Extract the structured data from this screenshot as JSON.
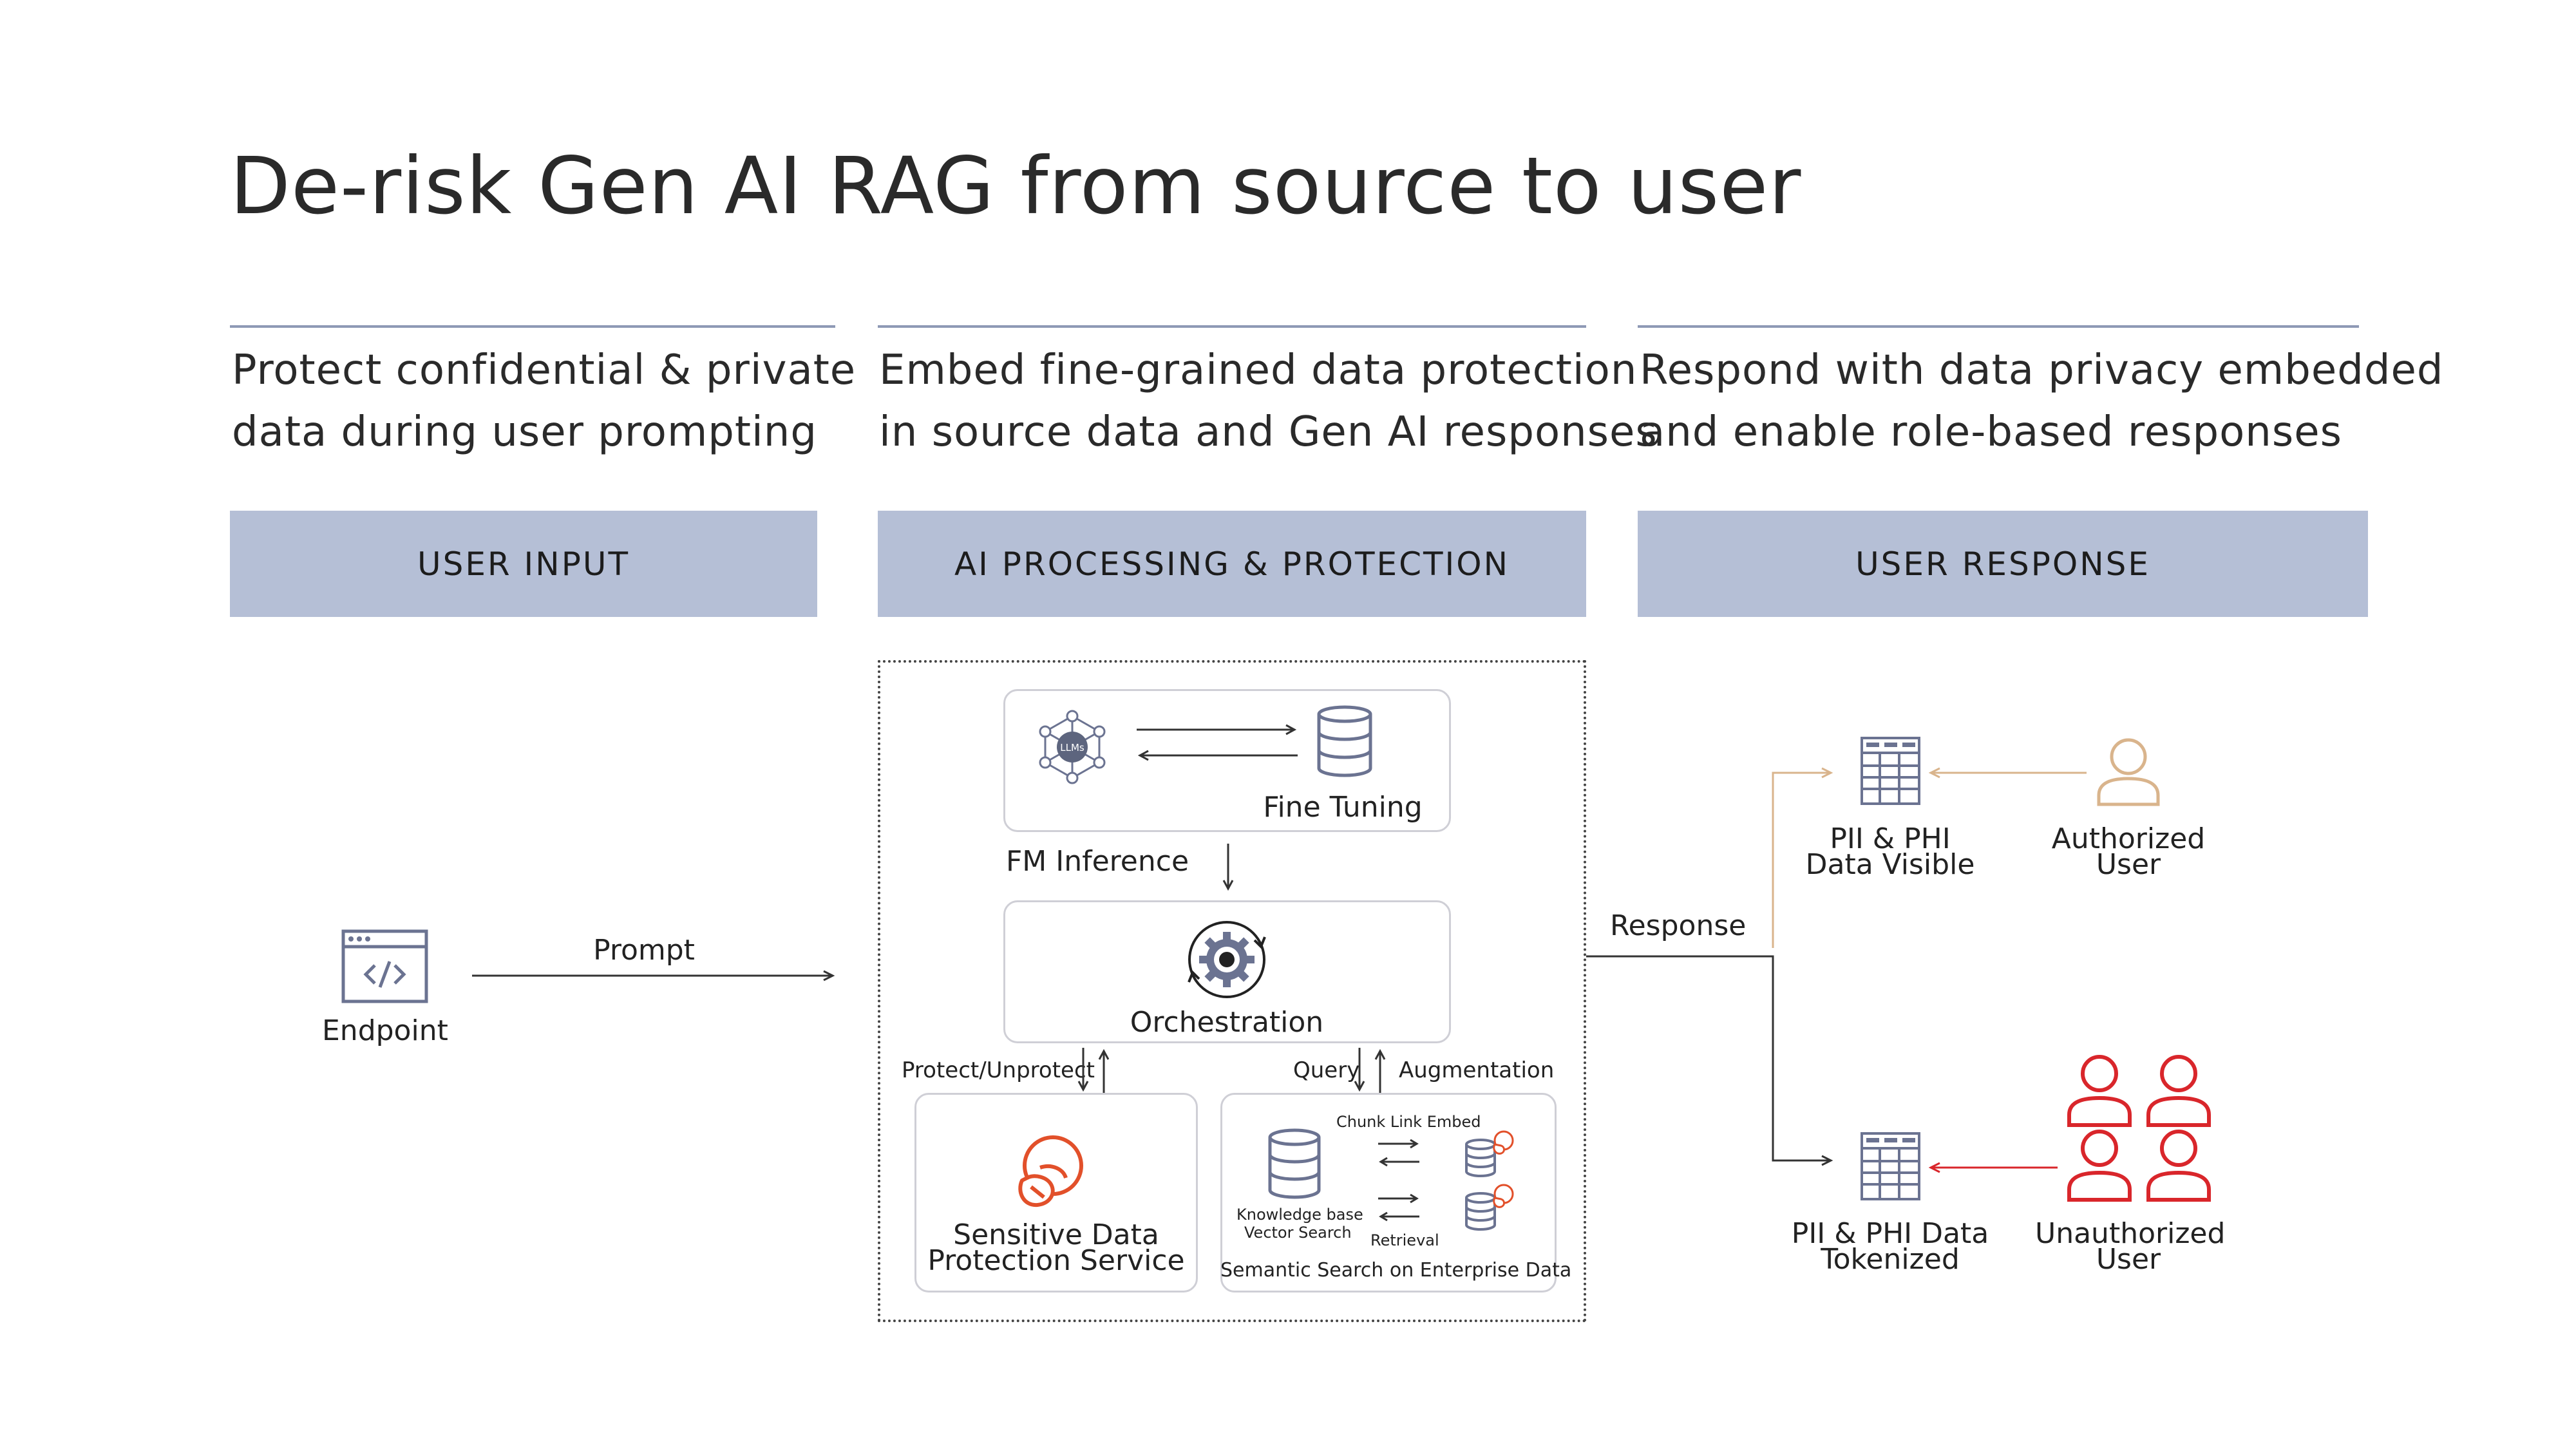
{
  "title": "De-risk Gen AI RAG from source to user",
  "columns": [
    {
      "heading_lines": [
        "Protect confidential & private",
        "data during user prompting"
      ],
      "band": "USER INPUT"
    },
    {
      "heading_lines": [
        "Embed fine-grained data protection",
        "in source data and Gen AI responses"
      ],
      "band": "AI PROCESSING & PROTECTION"
    },
    {
      "heading_lines": [
        "Respond with data privacy embedded",
        "and enable role-based responses"
      ],
      "band": "USER RESPONSE"
    }
  ],
  "input": {
    "endpoint": "Endpoint",
    "prompt": "Prompt"
  },
  "processing": {
    "llms_badge": "LLMs",
    "fine_tuning": "Fine Tuning",
    "fm_inference": "FM Inference",
    "orchestration": "Orchestration",
    "protect_unprotect": "Protect/Unprotect",
    "query": "Query",
    "augmentation": "Augmentation",
    "sdps_lines": [
      "Sensitive Data",
      "Protection Service"
    ],
    "chunk_link_embed": "Chunk Link Embed",
    "knowledge_base": "Knowledge base",
    "vector_search": "Vector Search",
    "retrieval": "Retrieval",
    "semantic_search": "Semantic Search on Enterprise Data"
  },
  "response": {
    "response_label": "Response",
    "visible_lines": [
      "PII & PHI",
      "Data Visible"
    ],
    "authorized_lines": [
      "Authorized",
      "User"
    ],
    "tokenized_lines": [
      "PII & PHI Data",
      "Tokenized"
    ],
    "unauthorized_lines": [
      "Unauthorized",
      "User"
    ]
  },
  "colors": {
    "band": "#b5bfd6",
    "rule": "#8e99b5",
    "icon_slate": "#6b7391",
    "authorized_tan": "#d9b48c",
    "unauthorized_red": "#d9262b",
    "protect_orange": "#e2502a"
  }
}
